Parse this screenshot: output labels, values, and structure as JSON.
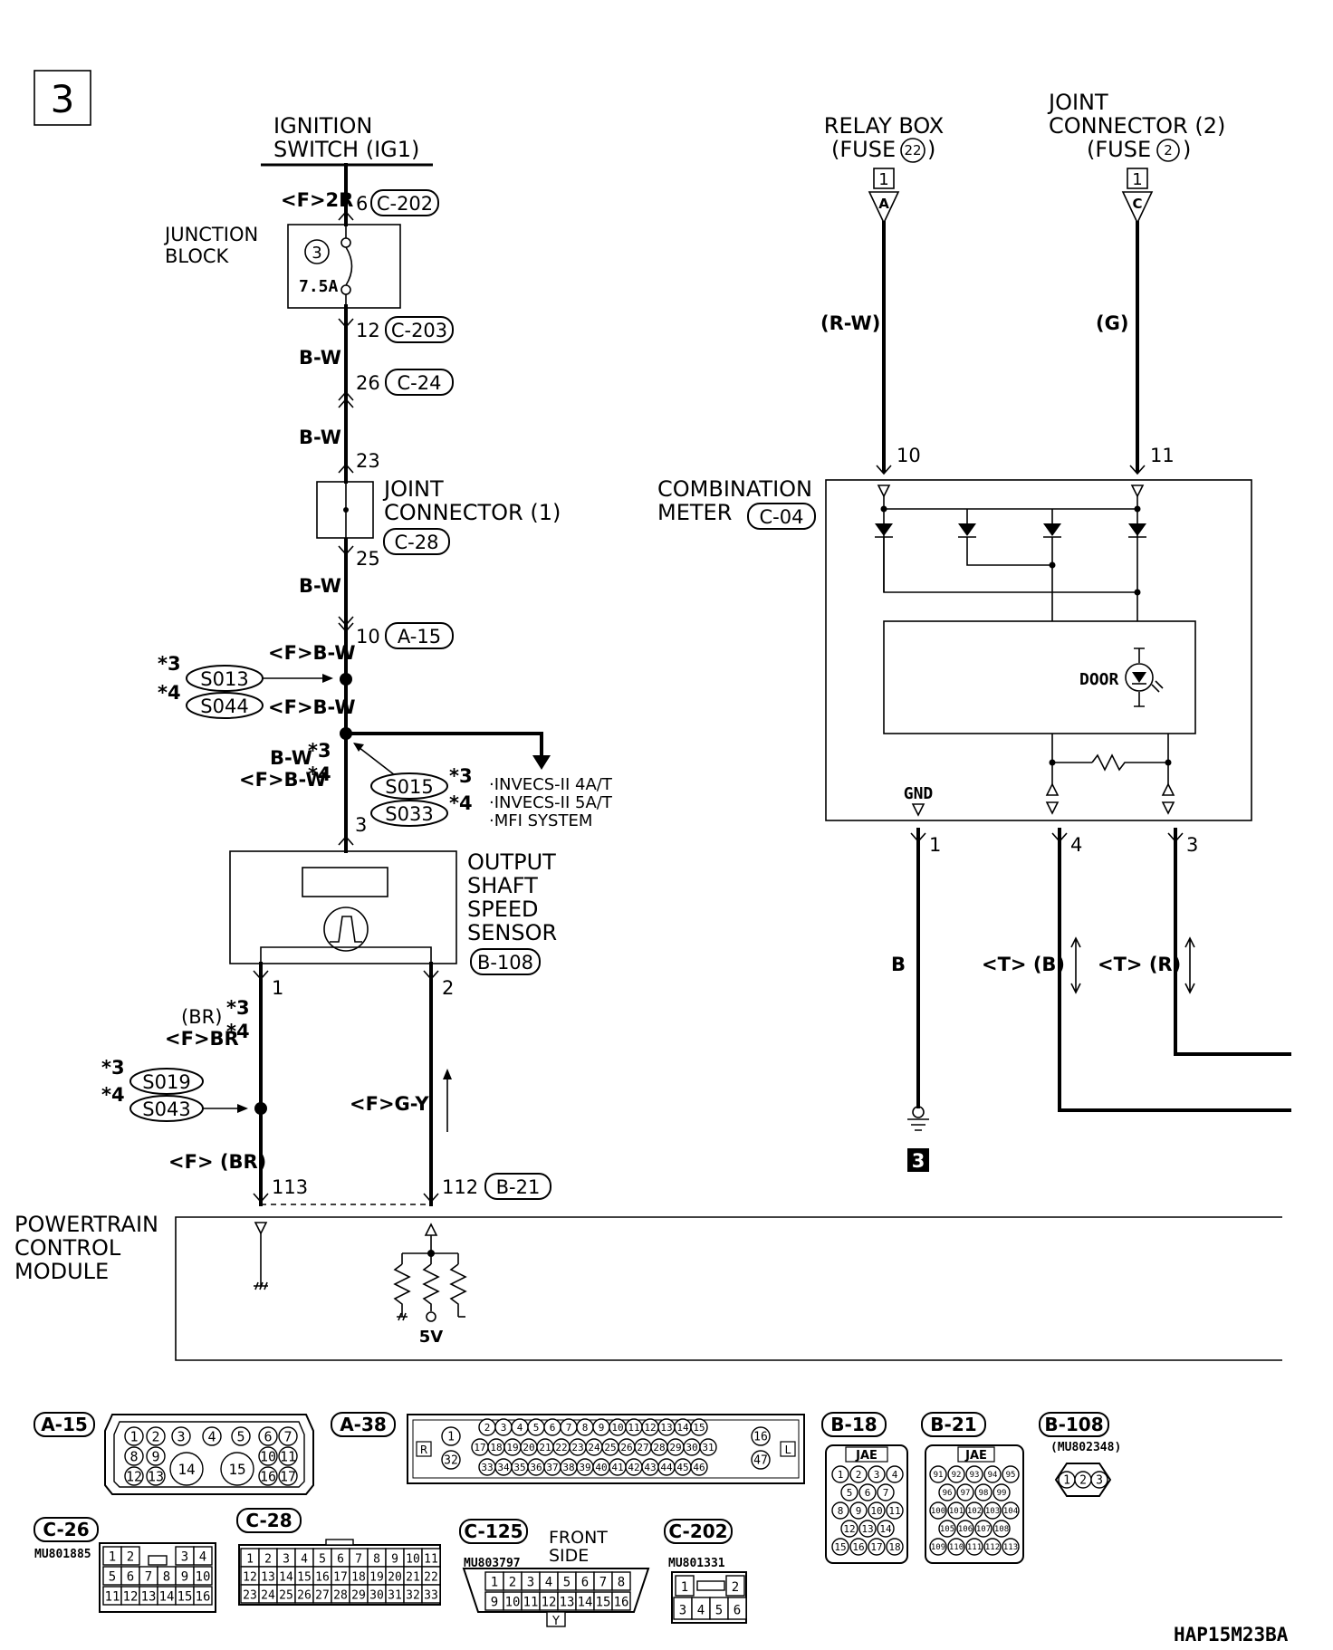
{
  "page": {
    "number": "3",
    "code": "HAP15M23BA",
    "ground_label": "3"
  },
  "sources": {
    "ignition_line1": "IGNITION",
    "ignition_line2": "SWITCH (IG1)",
    "relay_line1": "RELAY BOX",
    "relay_line2": "(FUSE",
    "relay_fuse": "22",
    "relay_tag_num": "1",
    "relay_tag_letter": "A",
    "joint2_line1": "JOINT",
    "joint2_line2": "CONNECTOR (2)",
    "joint2_line3": "(FUSE",
    "joint2_fuse": "2",
    "joint2_tag_num": "1",
    "joint2_tag_letter": "C",
    "close_paren": ")"
  },
  "left_circuit": {
    "f2r": "<F>2R",
    "pin6": "6",
    "conn_c202": "C-202",
    "junction_line1": "JUNCTION",
    "junction_line2": "BLOCK",
    "fuse_no": "3",
    "fuse_amp": "7.5A",
    "pin12": "12",
    "conn_c203": "C-203",
    "wire_bw1": "B-W",
    "pin26": "26",
    "conn_c24": "C-24",
    "wire_bw2": "B-W",
    "pin23": "23",
    "joint1_line1": "JOINT",
    "joint1_line2": "CONNECTOR (1)",
    "conn_c28": "C-28",
    "pin25": "25",
    "wire_bw3": "B-W",
    "pin10": "10",
    "conn_a15": "A-15",
    "fbw1": "<F>B-W",
    "star3a": "*3",
    "star4a": "*4",
    "s013": "S013",
    "s044": "S044",
    "fbw2": "<F>B-W",
    "bw_star": "B-W",
    "fbw_star": "<F>B-W",
    "star3b": "*3",
    "star4b": "*4",
    "s015": "S015",
    "s033": "S033",
    "star3c": "*3",
    "star4c": "*4",
    "dest1": "·INVECS-II 4A/T",
    "dest2": "·INVECS-II 5A/T",
    "dest3": "·MFI SYSTEM",
    "pin3": "3",
    "sensor_line1": "OUTPUT",
    "sensor_line2": "SHAFT",
    "sensor_line3": "SPEED",
    "sensor_line4": "SENSOR",
    "conn_b108": "B-108",
    "pin1": "1",
    "pin2": "2",
    "br": "(BR)",
    "star3d": "*3",
    "fbr": "<F>BR",
    "star4d": "*4",
    "star3e": "*3",
    "s019": "S019",
    "star4e": "*4",
    "s043": "S043",
    "fgy": "<F>G-Y",
    "f_br": "<F> (BR)",
    "pin113": "113",
    "pin112": "112",
    "conn_b21": "B-21",
    "pcm_line1": "POWERTRAIN",
    "pcm_line2": "CONTROL",
    "pcm_line3": "MODULE",
    "five_v": "5V"
  },
  "right_circuit": {
    "wire_rw": "(R-W)",
    "wire_g": "(G)",
    "pin10": "10",
    "pin11": "11",
    "meter_line1": "COMBINATION",
    "meter_line2": "METER",
    "conn_c04": "C-04",
    "door": "DOOR",
    "gnd": "GND",
    "pin1": "1",
    "pin4": "4",
    "pin3": "3",
    "wire_b": "B",
    "t_b": "<T> (B)",
    "t_r": "<T> (R)"
  },
  "connectors": {
    "a15": {
      "label": "A-15",
      "pins": [
        "1",
        "2",
        "3",
        "4",
        "5",
        "6",
        "7",
        "8",
        "9",
        "10",
        "11",
        "12",
        "13",
        "14",
        "15",
        "16",
        "17"
      ]
    },
    "a38": {
      "label": "A-38",
      "left_mark": "R",
      "right_mark": "L",
      "row1": [
        "2",
        "3",
        "4",
        "5",
        "6",
        "7",
        "8",
        "9",
        "10",
        "11",
        "12",
        "13",
        "14",
        "15"
      ],
      "row2": [
        "17",
        "18",
        "19",
        "20",
        "21",
        "22",
        "23",
        "24",
        "25",
        "26",
        "27",
        "28",
        "29",
        "30",
        "31"
      ],
      "row3": [
        "33",
        "34",
        "35",
        "36",
        "37",
        "38",
        "39",
        "40",
        "41",
        "42",
        "43",
        "44",
        "45",
        "46"
      ],
      "left_pins": [
        "1",
        "32"
      ],
      "right_pins": [
        "16",
        "47"
      ]
    },
    "b18": {
      "label": "B-18",
      "maker": "JAE",
      "rows": [
        [
          "1",
          "2",
          "3",
          "4"
        ],
        [
          "5",
          "6",
          "7"
        ],
        [
          "8",
          "9",
          "10",
          "11"
        ],
        [
          "12",
          "13",
          "14"
        ],
        [
          "15",
          "16",
          "17",
          "18"
        ]
      ]
    },
    "b21": {
      "label": "B-21",
      "maker": "JAE",
      "rows": [
        [
          "91",
          "92",
          "93",
          "94",
          "95"
        ],
        [
          "96",
          "97",
          "98",
          "99"
        ],
        [
          "100",
          "101",
          "102",
          "103",
          "104"
        ],
        [
          "105",
          "106",
          "107",
          "108"
        ],
        [
          "109",
          "110",
          "111",
          "112",
          "113"
        ]
      ]
    },
    "b108": {
      "label": "B-108",
      "part": "(MU802348)",
      "pins": [
        "1",
        "2",
        "3"
      ]
    },
    "c26": {
      "label": "C-26",
      "part": "MU801885",
      "row1": [
        "1",
        "2",
        "",
        "3",
        "4"
      ],
      "row2": [
        "5",
        "6",
        "7",
        "8",
        "9",
        "10"
      ],
      "row3": [
        "11",
        "12",
        "13",
        "14",
        "15",
        "16"
      ]
    },
    "c28": {
      "label": "C-28",
      "row1": [
        "1",
        "2",
        "3",
        "4",
        "5",
        "6",
        "7",
        "8",
        "9",
        "10",
        "11"
      ],
      "row2": [
        "12",
        "13",
        "14",
        "15",
        "16",
        "17",
        "18",
        "19",
        "20",
        "21",
        "22"
      ],
      "row3": [
        "23",
        "24",
        "25",
        "26",
        "27",
        "28",
        "29",
        "30",
        "31",
        "32",
        "33"
      ]
    },
    "c125": {
      "label": "C-125",
      "part": "MU803797",
      "side1": "FRONT",
      "side2": "SIDE",
      "row1": [
        "1",
        "2",
        "3",
        "4",
        "5",
        "6",
        "7",
        "8"
      ],
      "row2": [
        "9",
        "10",
        "11",
        "12",
        "13",
        "14",
        "15",
        "16"
      ],
      "key": "Y"
    },
    "c202": {
      "label": "C-202",
      "part": "MU801331",
      "row1": [
        "1",
        "",
        "2"
      ],
      "row2": [
        "3",
        "4",
        "5",
        "6"
      ]
    }
  }
}
